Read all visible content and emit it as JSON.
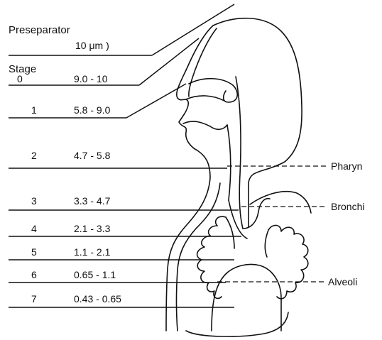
{
  "preseparator": {
    "label": "Preseparator",
    "cutoff": "10 μm )"
  },
  "stage_header": "Stage",
  "stages": [
    {
      "number": "0",
      "range": "9.0 - 10"
    },
    {
      "number": "1",
      "range": "5.8 - 9.0"
    },
    {
      "number": "2",
      "range": "4.7 - 5.8"
    },
    {
      "number": "3",
      "range": "3.3 - 4.7"
    },
    {
      "number": "4",
      "range": "2.1 - 3.3"
    },
    {
      "number": "5",
      "range": "1.1 - 2.1"
    },
    {
      "number": "6",
      "range": "0.65 - 1.1"
    },
    {
      "number": "7",
      "range": "0.43 - 0.65"
    }
  ],
  "regions": {
    "pharynx": "Pharyn",
    "bronchi": "Bronchi",
    "alveoli": "Alveoli"
  }
}
